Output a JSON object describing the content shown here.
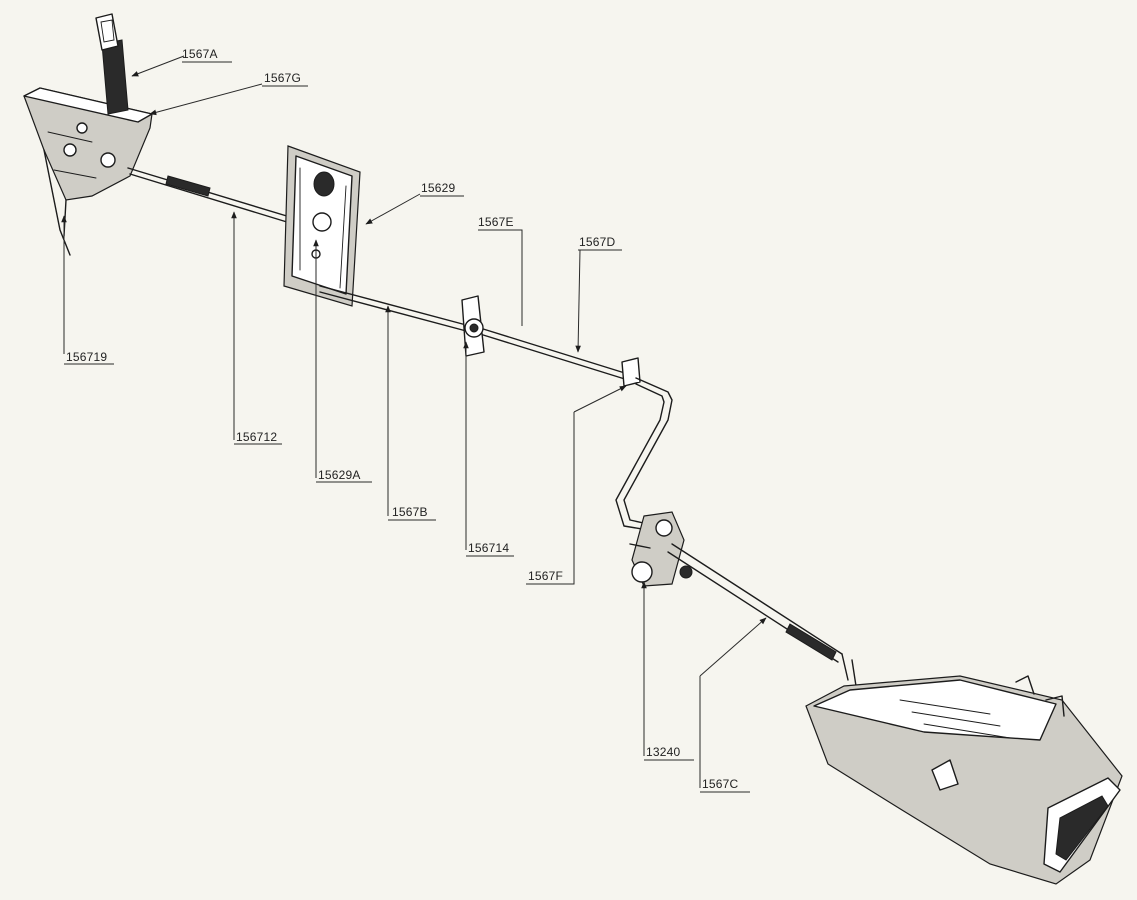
{
  "colors": {
    "ink": "#1c1c1c",
    "paper": "#f6f5ef"
  },
  "labels": {
    "l1567A": "1567A",
    "l1567G": "1567G",
    "l15629": "15629",
    "l1567E": "1567E",
    "l1567D": "1567D",
    "l156719": "156719",
    "l156712": "156712",
    "l15629A": "15629A",
    "l1567B": "1567B",
    "l156714": "156714",
    "l1567F": "1567F",
    "l13240": "13240",
    "l1567C": "1567C"
  }
}
